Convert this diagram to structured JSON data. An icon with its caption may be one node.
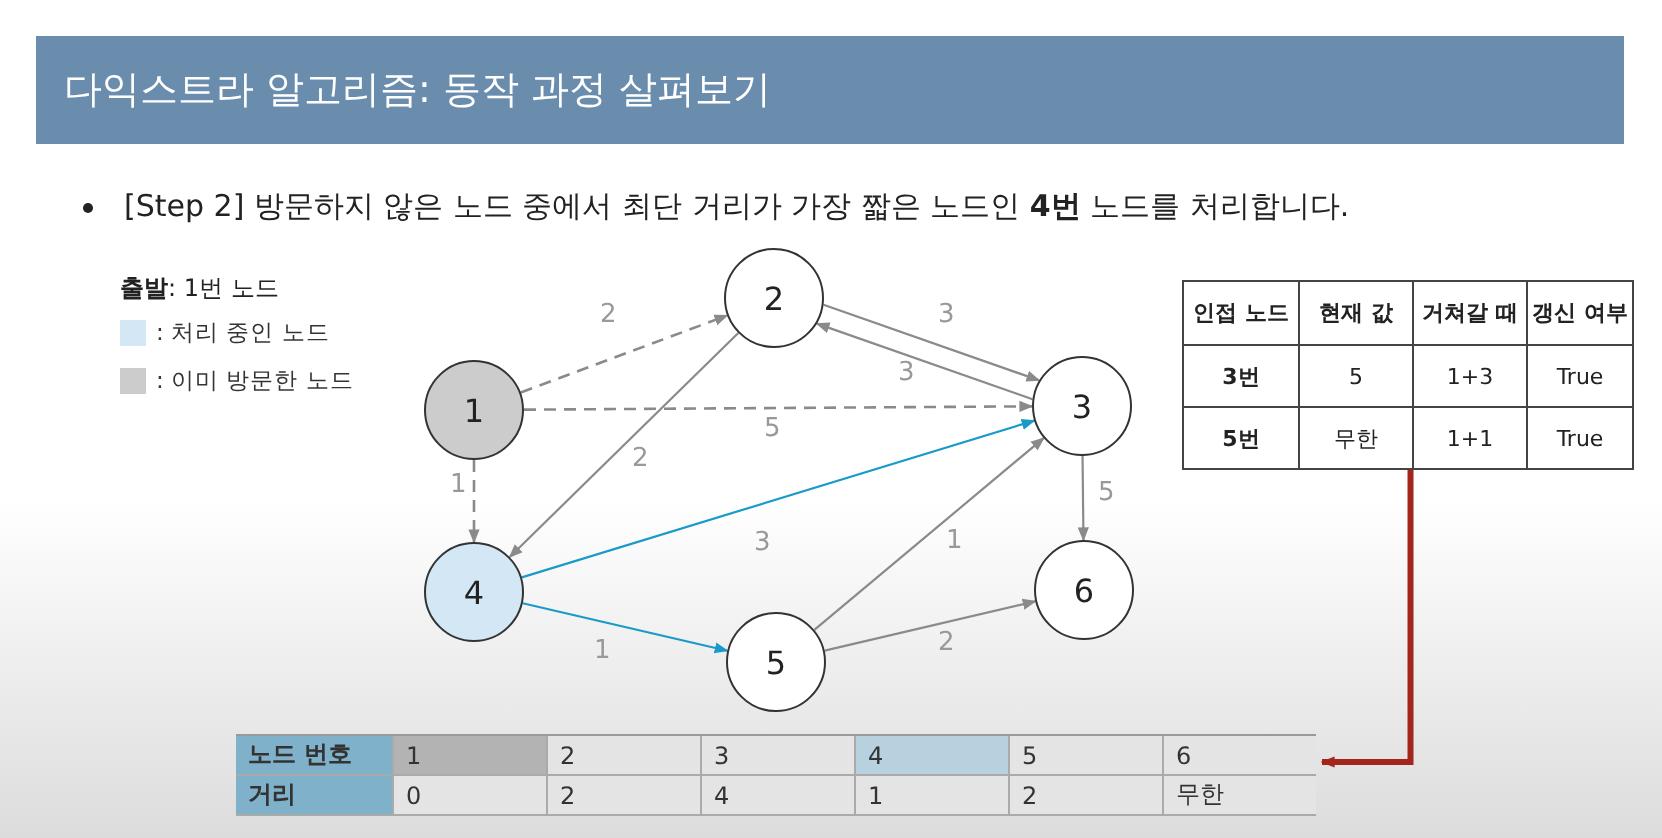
{
  "diagram": {
    "title": "다익스트라 알고리즘: 동작 과정 살펴보기",
    "nodes": [
      {
        "text": [
          "1"
        ]
      },
      {
        "text": [
          "2"
        ]
      },
      {
        "text": [
          "3"
        ]
      },
      {
        "text": [
          "4"
        ]
      },
      {
        "text": [
          "5"
        ]
      },
      {
        "text": [
          "6"
        ]
      },
      {
        "text": [
          "인접 노드",
          "현재 값",
          "거쳐갈 때",
          "갱신 여부",
          "3번",
          "5",
          "1+3",
          "True",
          "5번",
          "무한",
          "1+1",
          "True"
        ]
      },
      {
        "text": [
          "노드 번호",
          "1",
          "2",
          "3",
          "4",
          "5",
          "6",
          "거리",
          "0",
          "2",
          "4",
          "1",
          "2",
          "무한"
        ]
      }
    ],
    "edges": [
      {
        "from": 0,
        "to": 1,
        "arrow": "to",
        "label": "2",
        "style": "dashed"
      },
      {
        "from": 0,
        "to": 2,
        "arrow": "to",
        "label": "5",
        "style": "dashed"
      },
      {
        "from": 0,
        "to": 3,
        "arrow": "to",
        "label": "1",
        "style": "dashed"
      },
      {
        "from": 1,
        "to": 3,
        "arrow": "to",
        "label": "2"
      },
      {
        "from": 1,
        "to": 2,
        "arrow": "to",
        "label": "3"
      },
      {
        "from": 2,
        "to": 1,
        "arrow": "to",
        "label": "3"
      },
      {
        "from": 2,
        "to": 5,
        "arrow": "to",
        "label": "5"
      },
      {
        "from": 3,
        "to": 2,
        "arrow": "to",
        "label": "3",
        "color": "#1a9ac9"
      },
      {
        "from": 3,
        "to": 4,
        "arrow": "to",
        "label": "1",
        "color": "#1a9ac9"
      },
      {
        "from": 4,
        "to": 2,
        "arrow": "to",
        "label": "1"
      },
      {
        "from": 4,
        "to": 5,
        "arrow": "to",
        "label": "2"
      },
      {
        "from": 6,
        "to": 7,
        "arrow": "to",
        "style": "thick",
        "color": "#a3261c"
      }
    ],
    "labels": [
      "[Step 2] 방문하지 않은 노드 중에서 최단 거리가 가장 짧은 노드인 **4번** 노드를 처리합니다.",
      "**출발**: 1번 노드"
    ],
    "legend": [
      {
        "text": ": 처리 중인 노드",
        "color": "#d3e8f4"
      },
      {
        "text": ": 이미 방문한 노드",
        "color": "#cccccc"
      }
    ]
  }
}
